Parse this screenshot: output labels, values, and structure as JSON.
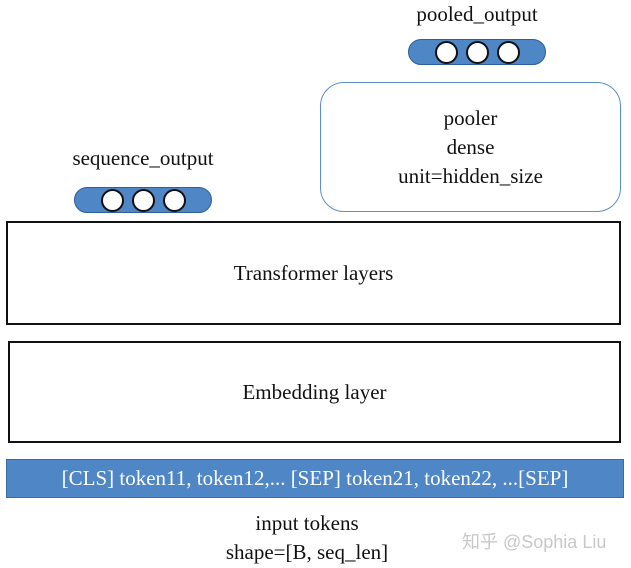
{
  "outputs": {
    "pooled_output_label": "pooled_output",
    "sequence_output_label": "sequence_output"
  },
  "pooler": {
    "line1": "pooler",
    "line2": "dense",
    "line3": "unit=hidden_size"
  },
  "layers": {
    "transformer": "Transformer layers",
    "embedding": "Embedding layer"
  },
  "input": {
    "tokens_sequence": "[CLS] token11, token12,... [SEP] token21, token22, ...[SEP]",
    "caption_line1": "input tokens",
    "caption_line2": "shape=[B, seq_len]"
  },
  "watermark": "知乎 @Sophia Liu",
  "colors": {
    "pill_fill": "#4f86c6",
    "pooler_border": "#5b8fc7",
    "input_bar_fill": "#4f86c6"
  }
}
